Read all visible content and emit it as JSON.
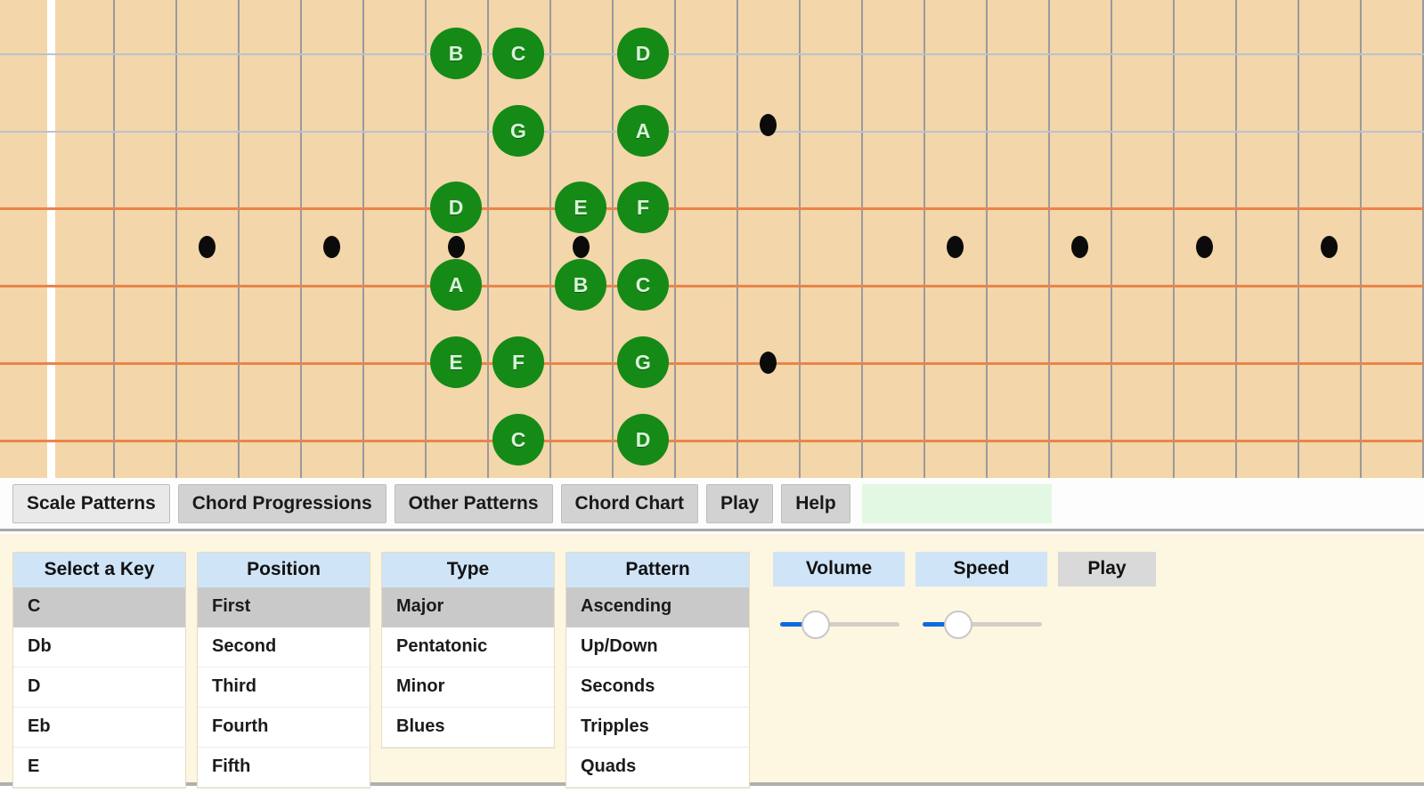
{
  "fretboard": {
    "wood_color": "#f3d6a9",
    "note_color": "#168a16",
    "string_colors": {
      "thin": "#b9c3cf",
      "thick": "#e8854b"
    },
    "strings": 6,
    "frets_visible": 22,
    "inlay_frets": [
      3,
      5,
      7,
      9,
      12,
      15,
      17,
      19,
      21
    ],
    "notes": [
      {
        "label": "B",
        "string": 1,
        "fret": 7
      },
      {
        "label": "C",
        "string": 1,
        "fret": 8
      },
      {
        "label": "D",
        "string": 1,
        "fret": 10
      },
      {
        "label": "G",
        "string": 2,
        "fret": 8
      },
      {
        "label": "A",
        "string": 2,
        "fret": 10
      },
      {
        "label": "D",
        "string": 3,
        "fret": 7
      },
      {
        "label": "E",
        "string": 3,
        "fret": 9
      },
      {
        "label": "F",
        "string": 3,
        "fret": 10
      },
      {
        "label": "A",
        "string": 4,
        "fret": 7
      },
      {
        "label": "B",
        "string": 4,
        "fret": 9
      },
      {
        "label": "C",
        "string": 4,
        "fret": 10
      },
      {
        "label": "E",
        "string": 5,
        "fret": 7
      },
      {
        "label": "F",
        "string": 5,
        "fret": 8
      },
      {
        "label": "G",
        "string": 5,
        "fret": 10
      },
      {
        "label": "C",
        "string": 6,
        "fret": 8
      },
      {
        "label": "D",
        "string": 6,
        "fret": 10
      }
    ]
  },
  "toolbar": {
    "buttons": [
      {
        "label": "Scale Patterns",
        "active": true
      },
      {
        "label": "Chord Progressions",
        "active": false
      },
      {
        "label": "Other Patterns",
        "active": false
      },
      {
        "label": "Chord Chart",
        "active": false
      },
      {
        "label": "Play",
        "active": false
      },
      {
        "label": "Help",
        "active": false
      }
    ],
    "display_value": "",
    "display_color": "#e2f8e2"
  },
  "panel": {
    "key_list": {
      "header": "Select a Key",
      "items": [
        "C",
        "Db",
        "D",
        "Eb",
        "E"
      ],
      "selected": "C"
    },
    "position_list": {
      "header": "Position",
      "items": [
        "First",
        "Second",
        "Third",
        "Fourth",
        "Fifth"
      ],
      "selected": "First"
    },
    "type_list": {
      "header": "Type",
      "items": [
        "Major",
        "Pentatonic",
        "Minor",
        "Blues"
      ],
      "selected": "Major"
    },
    "pattern_list": {
      "header": "Pattern",
      "items": [
        "Ascending",
        "Up/Down",
        "Seconds",
        "Tripples",
        "Quads"
      ],
      "selected": "Ascending"
    },
    "volume": {
      "label": "Volume",
      "percent": 30
    },
    "speed": {
      "label": "Speed",
      "percent": 30
    },
    "play_button": {
      "label": "Play"
    },
    "accent_color": "#1168e0",
    "header_color": "#cfe4f7"
  }
}
